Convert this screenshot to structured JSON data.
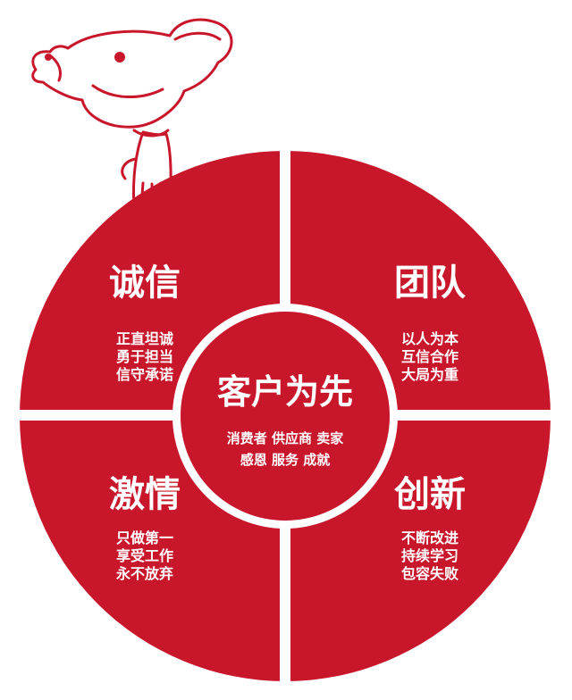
{
  "center": {
    "title": "客户为先",
    "lines": [
      "消费者  供应商  卖家",
      "感恩  服务  成就"
    ]
  },
  "quadrants": {
    "top_left": {
      "title": "诚信",
      "lines": [
        "正直坦诚",
        "勇于担当",
        "信守承诺"
      ]
    },
    "top_right": {
      "title": "团队",
      "lines": [
        "以人为本",
        "互信合作",
        "大局为重"
      ]
    },
    "bottom_left": {
      "title": "激情",
      "lines": [
        "只做第一",
        "享受工作",
        "永不放弃"
      ]
    },
    "bottom_right": {
      "title": "创新",
      "lines": [
        "不断改进",
        "持续学习",
        "包容失败"
      ]
    }
  },
  "colors": {
    "brand_red": "#c8172b",
    "outline_red": "#c8172b",
    "text": "#ffffff",
    "background": "#ffffff"
  },
  "icons": {
    "mascot": "dog-mascot-icon"
  }
}
